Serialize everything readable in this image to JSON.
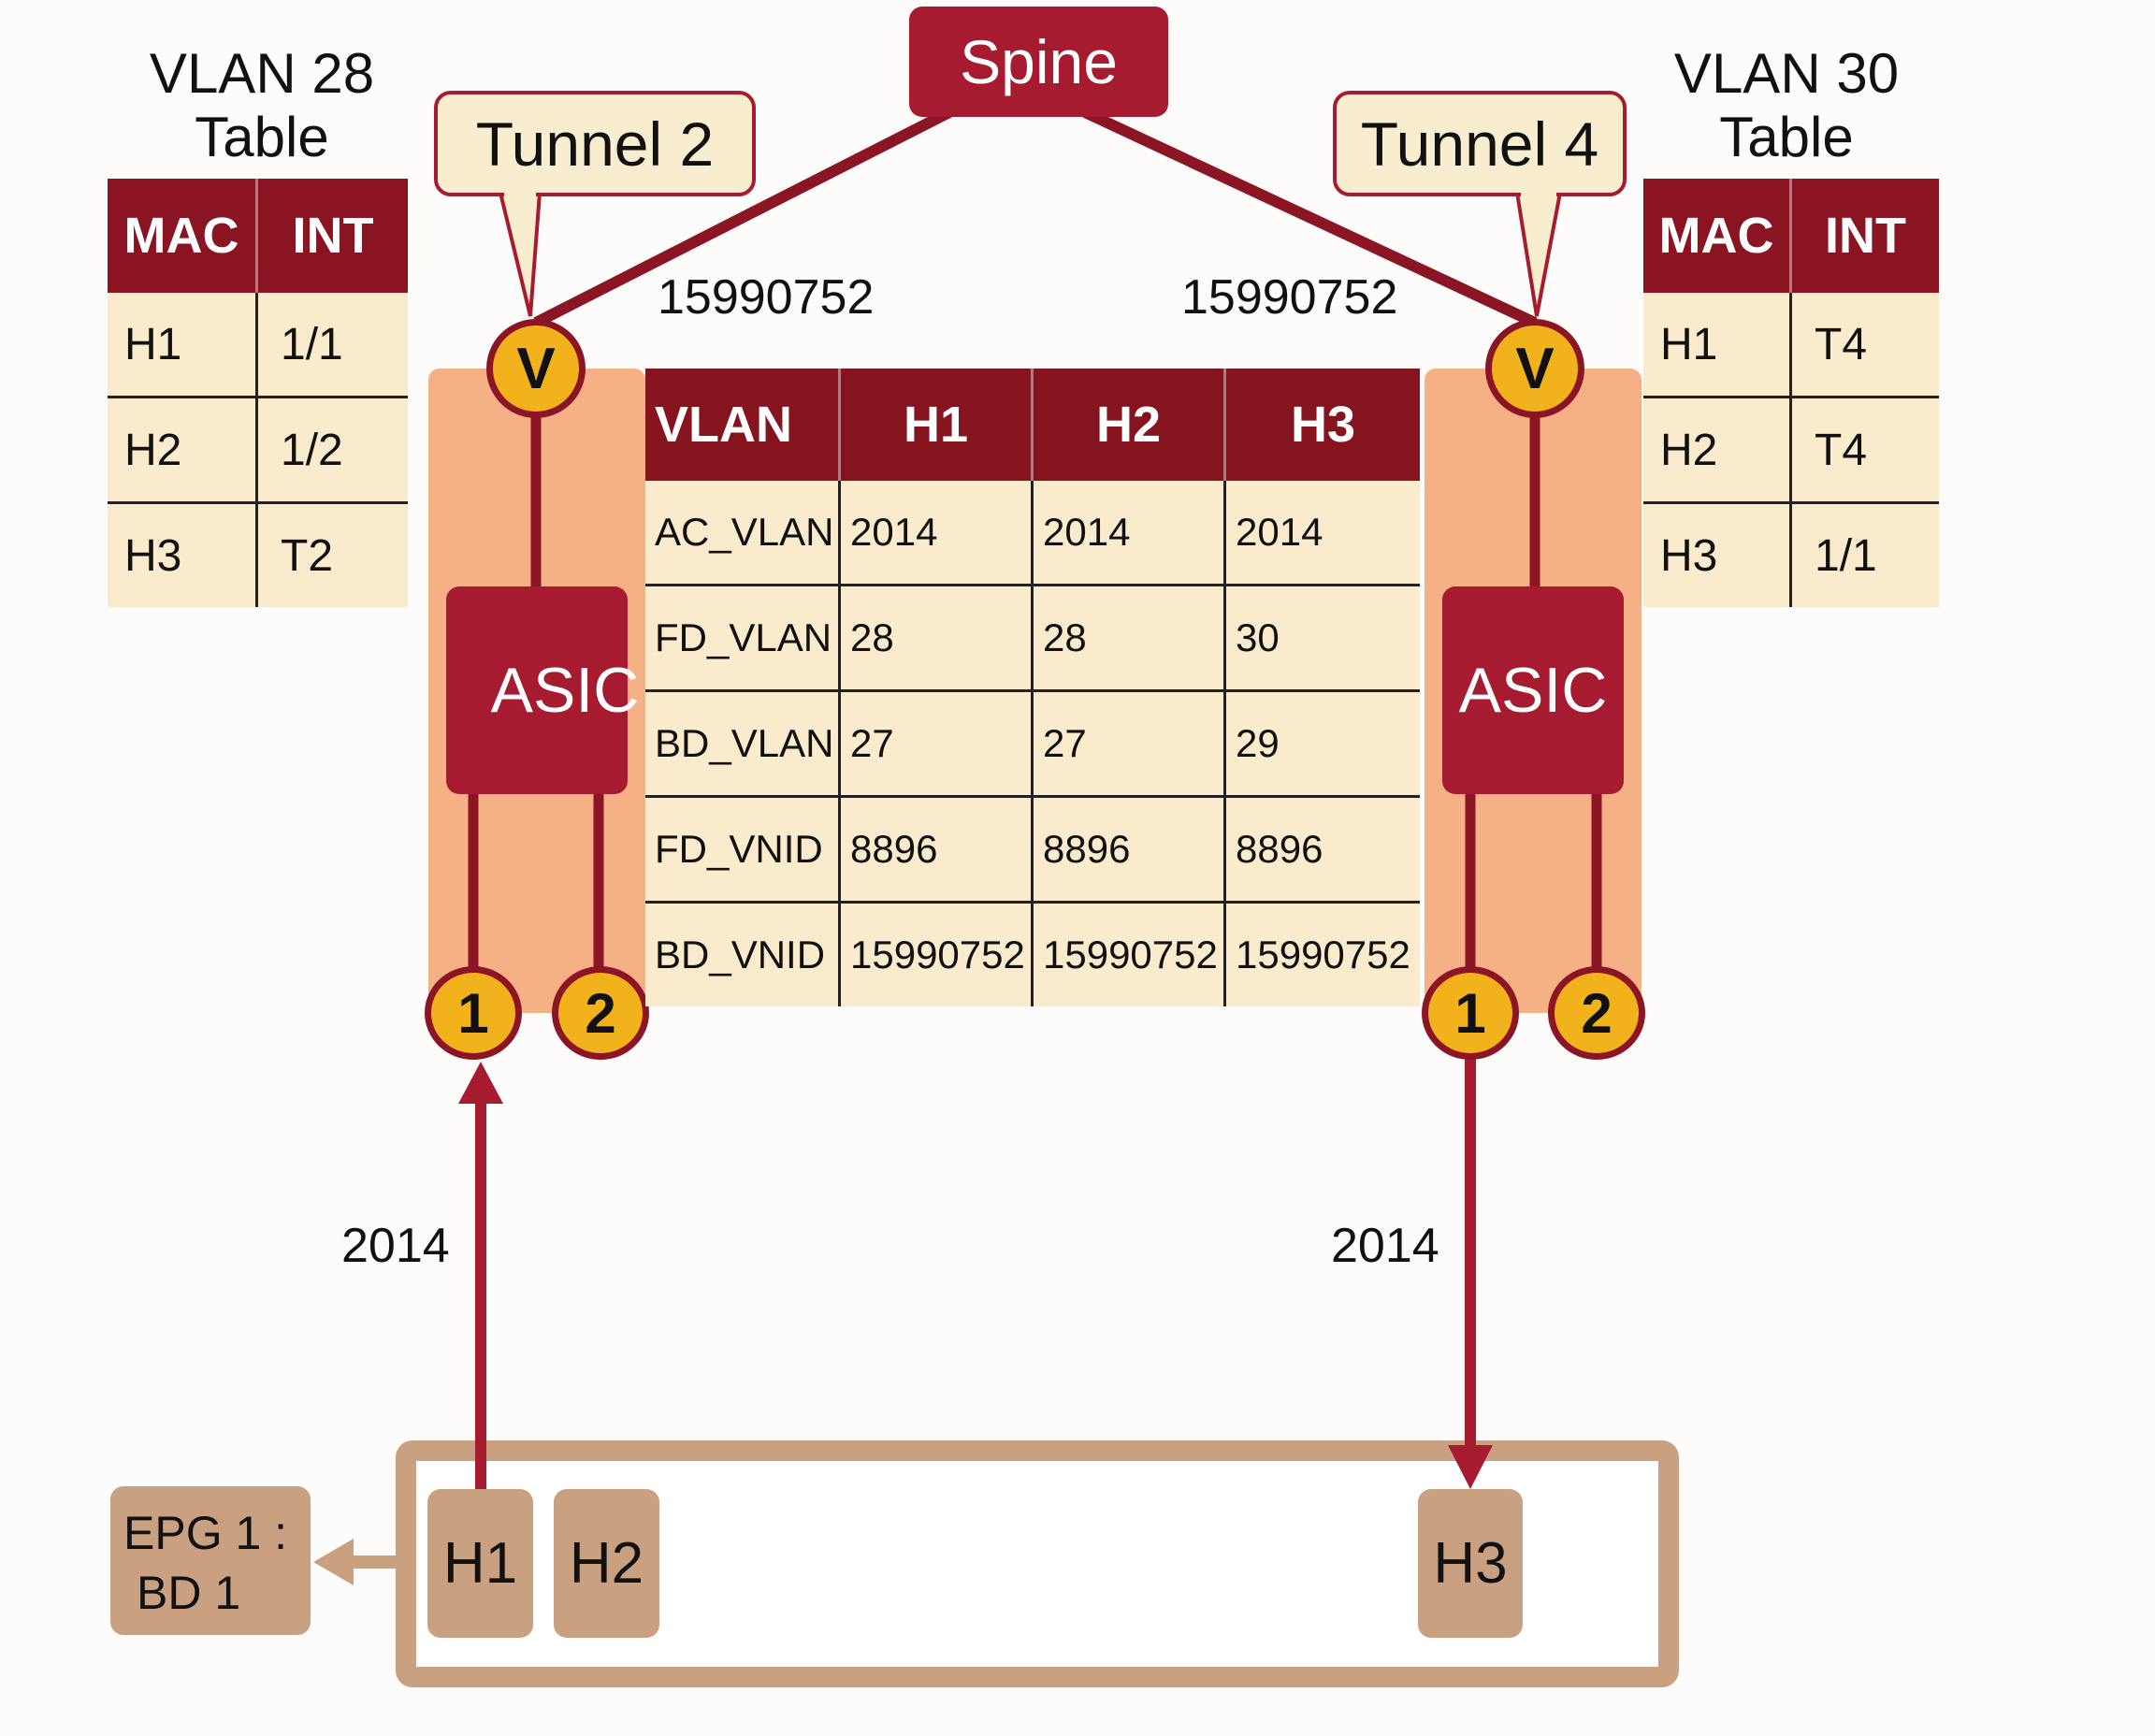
{
  "colors": {
    "dark_red": "#85141f",
    "red": "#a61b30",
    "cream": "#f9ebcc",
    "orange": "#f5b185",
    "yellow": "#f2b21c",
    "tan": "#c9a080"
  },
  "spine": {
    "label": "Spine"
  },
  "tunnels": [
    {
      "label": "Tunnel 2"
    },
    {
      "label": "Tunnel 4"
    }
  ],
  "vnid_labels": [
    "15990752",
    "15990752"
  ],
  "vlan_labels": [
    "2014",
    "2014"
  ],
  "left_leaf": {
    "vtep_label": "V",
    "asic_label": "ASIC",
    "ports": [
      "1",
      "2"
    ]
  },
  "right_leaf": {
    "vtep_label": "V",
    "asic_label": "ASIC",
    "ports": [
      "1",
      "2"
    ]
  },
  "vlan28_table": {
    "title_line1": "VLAN 28",
    "title_line2": "Table",
    "headers": [
      "MAC",
      "INT"
    ],
    "rows": [
      [
        "H1",
        "1/1"
      ],
      [
        "H2",
        "1/2"
      ],
      [
        "H3",
        "T2"
      ]
    ]
  },
  "vlan30_table": {
    "title_line1": "VLAN 30",
    "title_line2": "Table",
    "headers": [
      "MAC",
      "INT"
    ],
    "rows": [
      [
        "H1",
        "T4"
      ],
      [
        "H2",
        "T4"
      ],
      [
        "H3",
        "1/1"
      ]
    ]
  },
  "vlan_mapping_table": {
    "headers": [
      "VLAN",
      "H1",
      "H2",
      "H3"
    ],
    "rows": [
      [
        "AC_VLAN",
        "2014",
        "2014",
        "2014"
      ],
      [
        "FD_VLAN",
        "28",
        "28",
        "30"
      ],
      [
        "BD_VLAN",
        "27",
        "27",
        "29"
      ],
      [
        "FD_VNID",
        "8896",
        "8896",
        "8896"
      ],
      [
        "BD_VNID",
        "15990752",
        "15990752",
        "15990752"
      ]
    ]
  },
  "hosts": [
    "H1",
    "H2",
    "H3"
  ],
  "epg": {
    "line1": "EPG 1 :",
    "line2": "BD 1"
  }
}
